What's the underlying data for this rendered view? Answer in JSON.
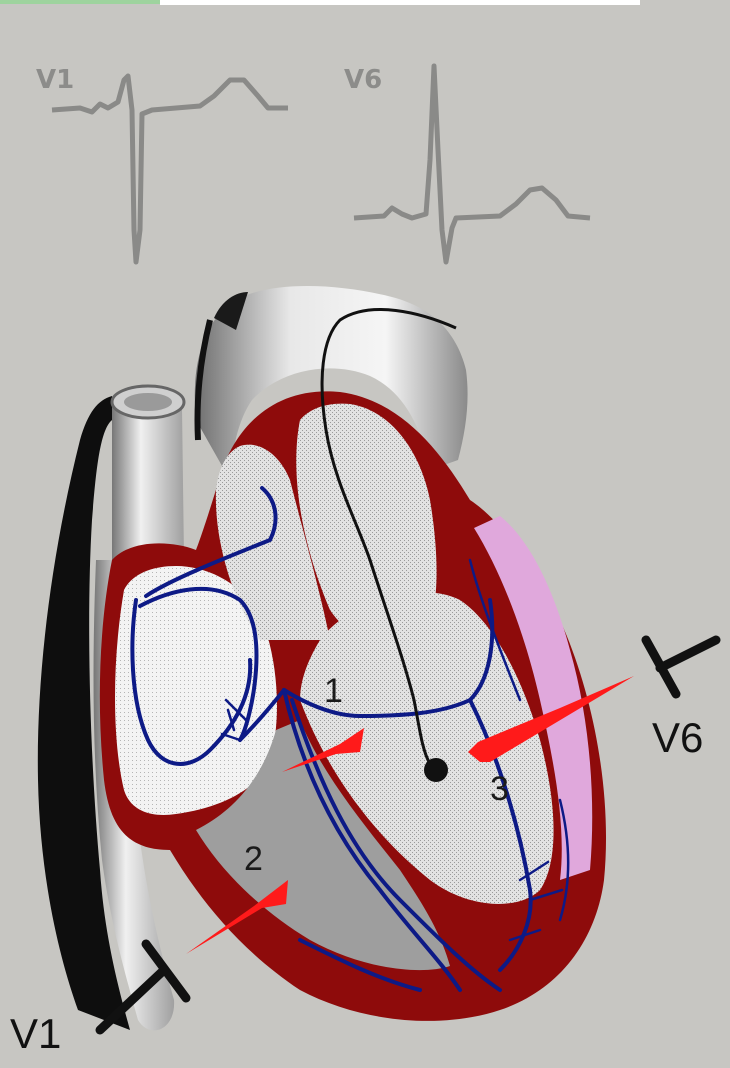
{
  "ecg": {
    "v1_label": "V1",
    "v6_label": "V6"
  },
  "leads": {
    "v1": "V1",
    "v6": "V6"
  },
  "vectors": {
    "one": "1",
    "two": "2",
    "three": "3"
  },
  "colors": {
    "background": "#c7c6c2",
    "ecg_trace": "#8a8a88",
    "myocardium": "#8e0b0b",
    "conduction": "#0d1a86",
    "vector_arrow": "#ff1a1a",
    "lv_wall_highlight": "#e0a8dc"
  }
}
